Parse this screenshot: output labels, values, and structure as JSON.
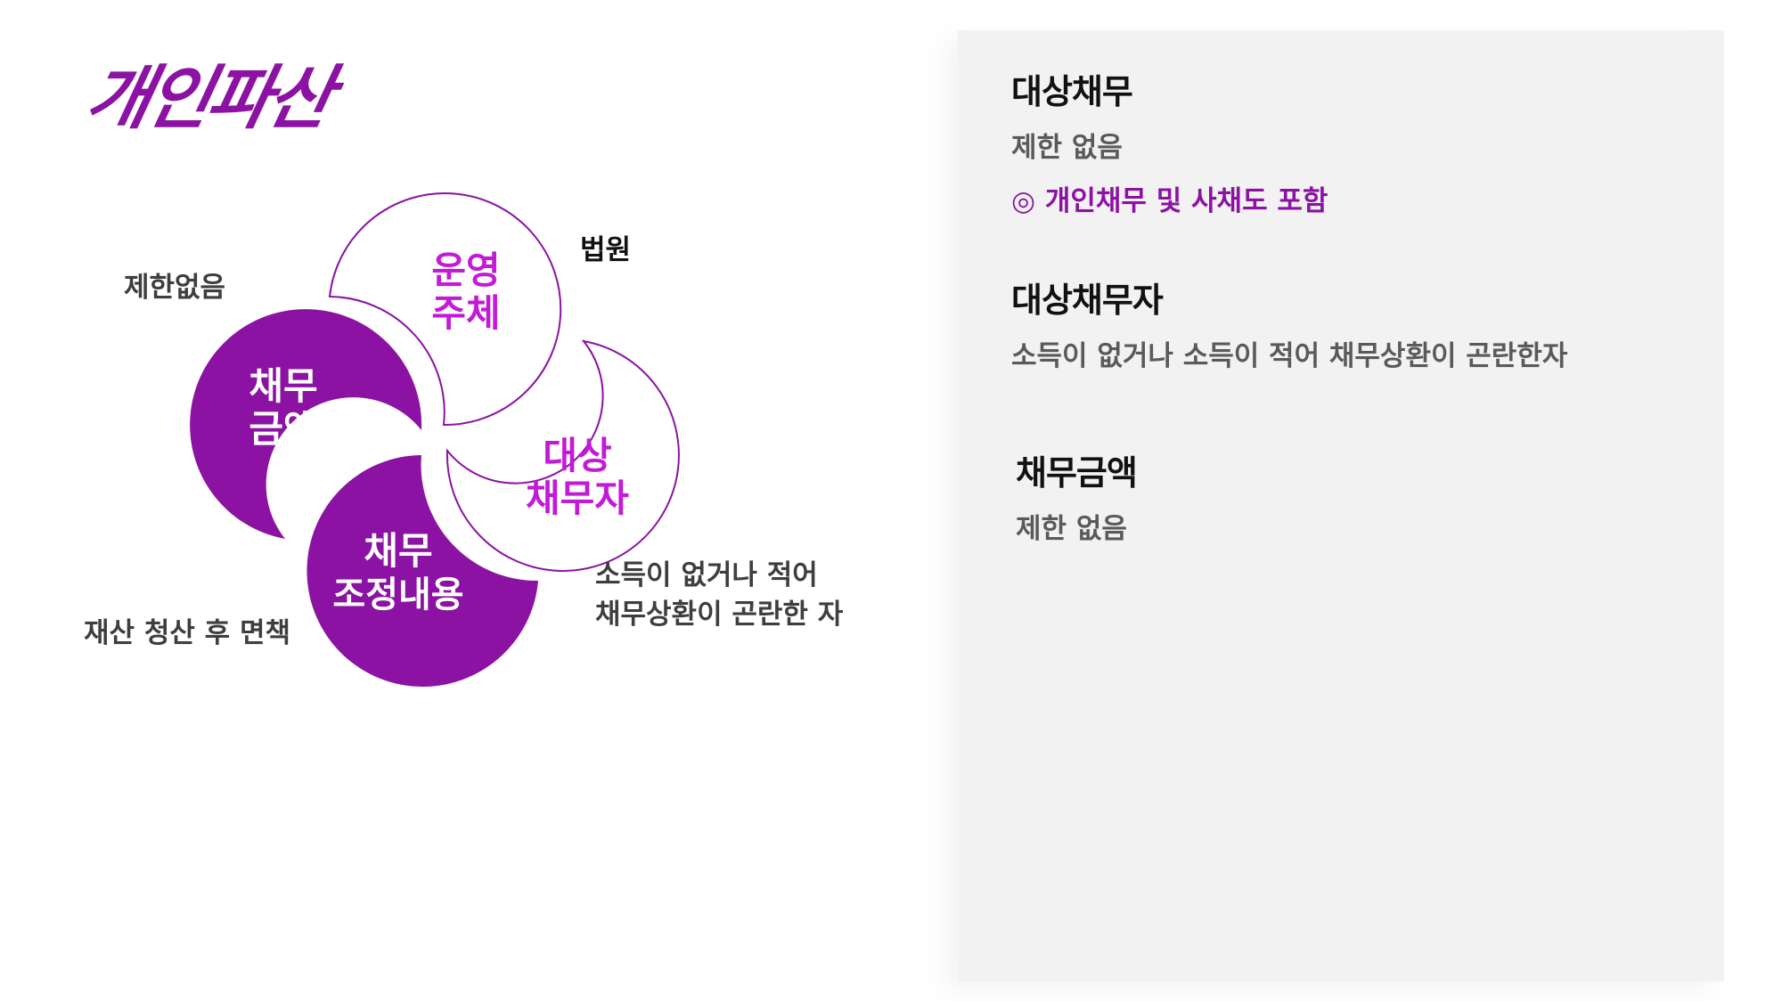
{
  "title": "개인파산",
  "diagram": {
    "nodes": [
      {
        "id": "operating-body",
        "line1": "운영",
        "line2": "주체",
        "label": "법원"
      },
      {
        "id": "target-debtor",
        "line1": "대상",
        "line2": "채무자",
        "label_line1": "소득이 없거나 적어",
        "label_line2": "채무상환이 곤란한 자"
      },
      {
        "id": "debt-amount",
        "line1": "채무",
        "line2": "금액",
        "label": "제한없음"
      },
      {
        "id": "adjustment",
        "line1": "채무",
        "line2": "조정내용",
        "label": "재산 청산 후 면책"
      }
    ]
  },
  "panel": {
    "sections": [
      {
        "heading": "대상채무",
        "value": "제한 없음",
        "accent": "◎ 개인채무 및 사채도 포함"
      },
      {
        "heading": "대상채무자",
        "value": "소득이 없거나 소득이 적어 채무상환이 곤란한자"
      },
      {
        "heading": "채무금액",
        "value": "제한 없음"
      }
    ]
  },
  "colors": {
    "accent": "#8b12a3",
    "accent_text": "#c21bd6",
    "panel_bg": "#f2f2f2"
  }
}
